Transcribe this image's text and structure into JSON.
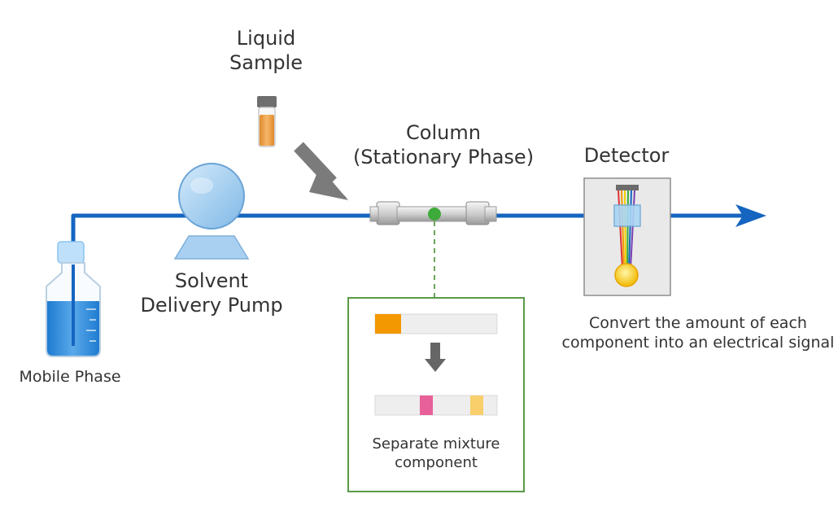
{
  "labels": {
    "liquid_sample_line1": "Liquid",
    "liquid_sample_line2": "Sample",
    "column_line1": "Column",
    "column_line2": "(Stationary Phase)",
    "detector": "Detector",
    "pump_line1": "Solvent",
    "pump_line2": "Delivery Pump",
    "mobile_phase": "Mobile Phase",
    "detector_caption_line1": "Convert the amount of each",
    "detector_caption_line2": "component into an electrical signal",
    "separation_caption_line1": "Separate mixture",
    "separation_caption_line2": "component"
  },
  "colors": {
    "flow_line": "#1565c0",
    "arrow_gray": "#7b7b7b",
    "inset_border": "#5a9a46",
    "sample_band": "#f39800",
    "separated_band_1": "#e8609a",
    "separated_band_2": "#f8cf6a",
    "column_marker": "#3daa3a"
  }
}
